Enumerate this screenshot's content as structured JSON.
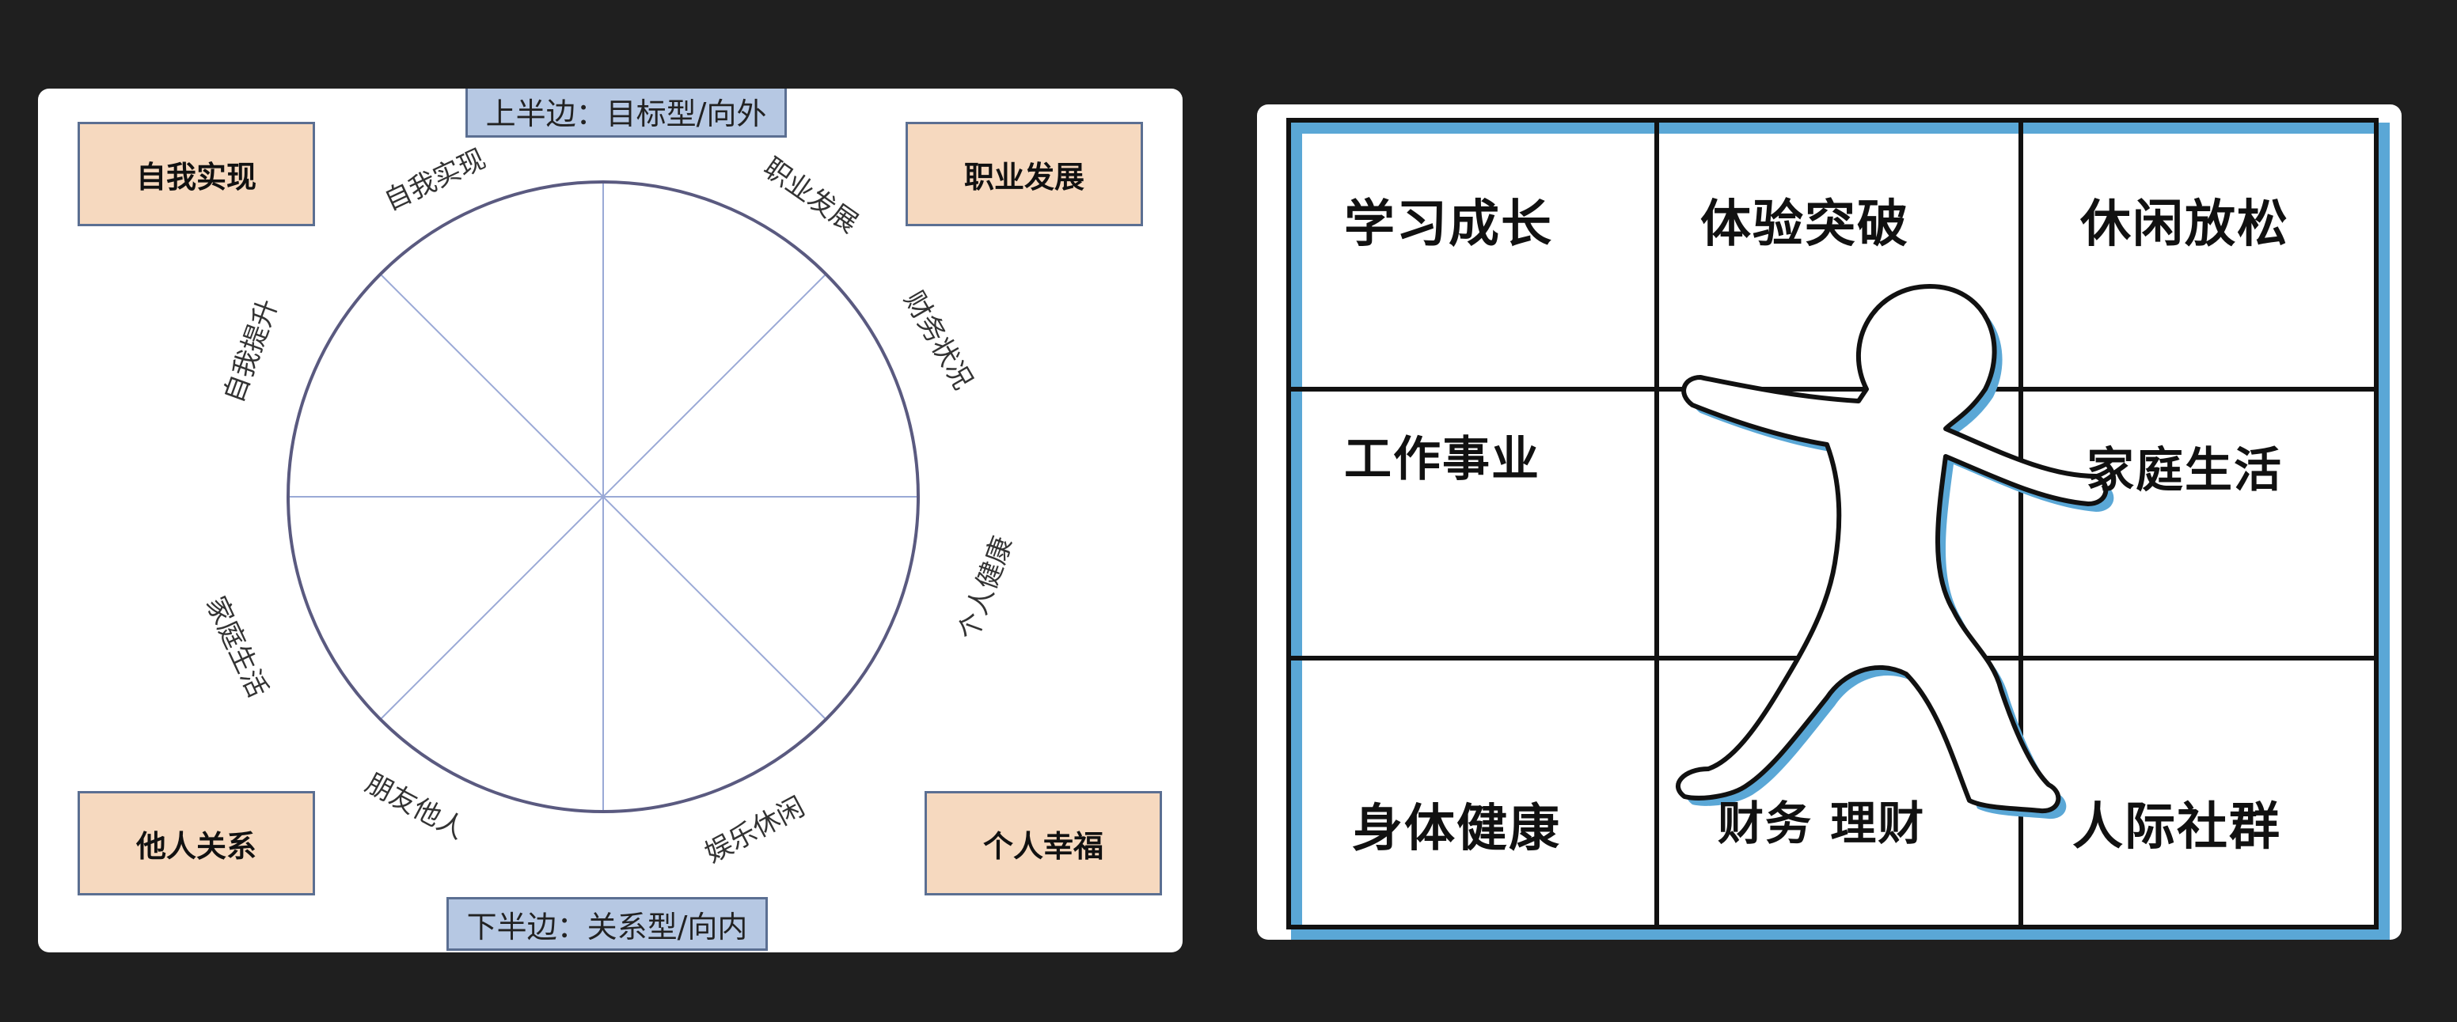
{
  "wheel": {
    "top_tag": "上半边：目标型/向外",
    "bottom_tag": "下半边：关系型/向内",
    "corners": {
      "top_left": "自我实现",
      "top_right": "职业发展",
      "bottom_left": "他人关系",
      "bottom_right": "个人幸福"
    },
    "segments": [
      "自我实现",
      "职业发展",
      "财务状况",
      "个人健康",
      "娱乐休闲",
      "朋友他人",
      "家庭生活",
      "自我提升"
    ],
    "colors": {
      "circle": "#5a5a80",
      "spokes": "#9aa9d6",
      "box_fill": "#f6d9bf",
      "tag_fill": "#b6c8e3",
      "box_border": "#5b6f92"
    }
  },
  "grid": {
    "cells": [
      "学习成长",
      "体验突破",
      "休闲放松",
      "工作事业",
      "",
      "家庭生活",
      "身体健康",
      "财务 理财",
      "人际社群"
    ],
    "figure": "person-stance-illustration",
    "colors": {
      "shadow": "#5aa7d6",
      "ink": "#111111"
    }
  }
}
